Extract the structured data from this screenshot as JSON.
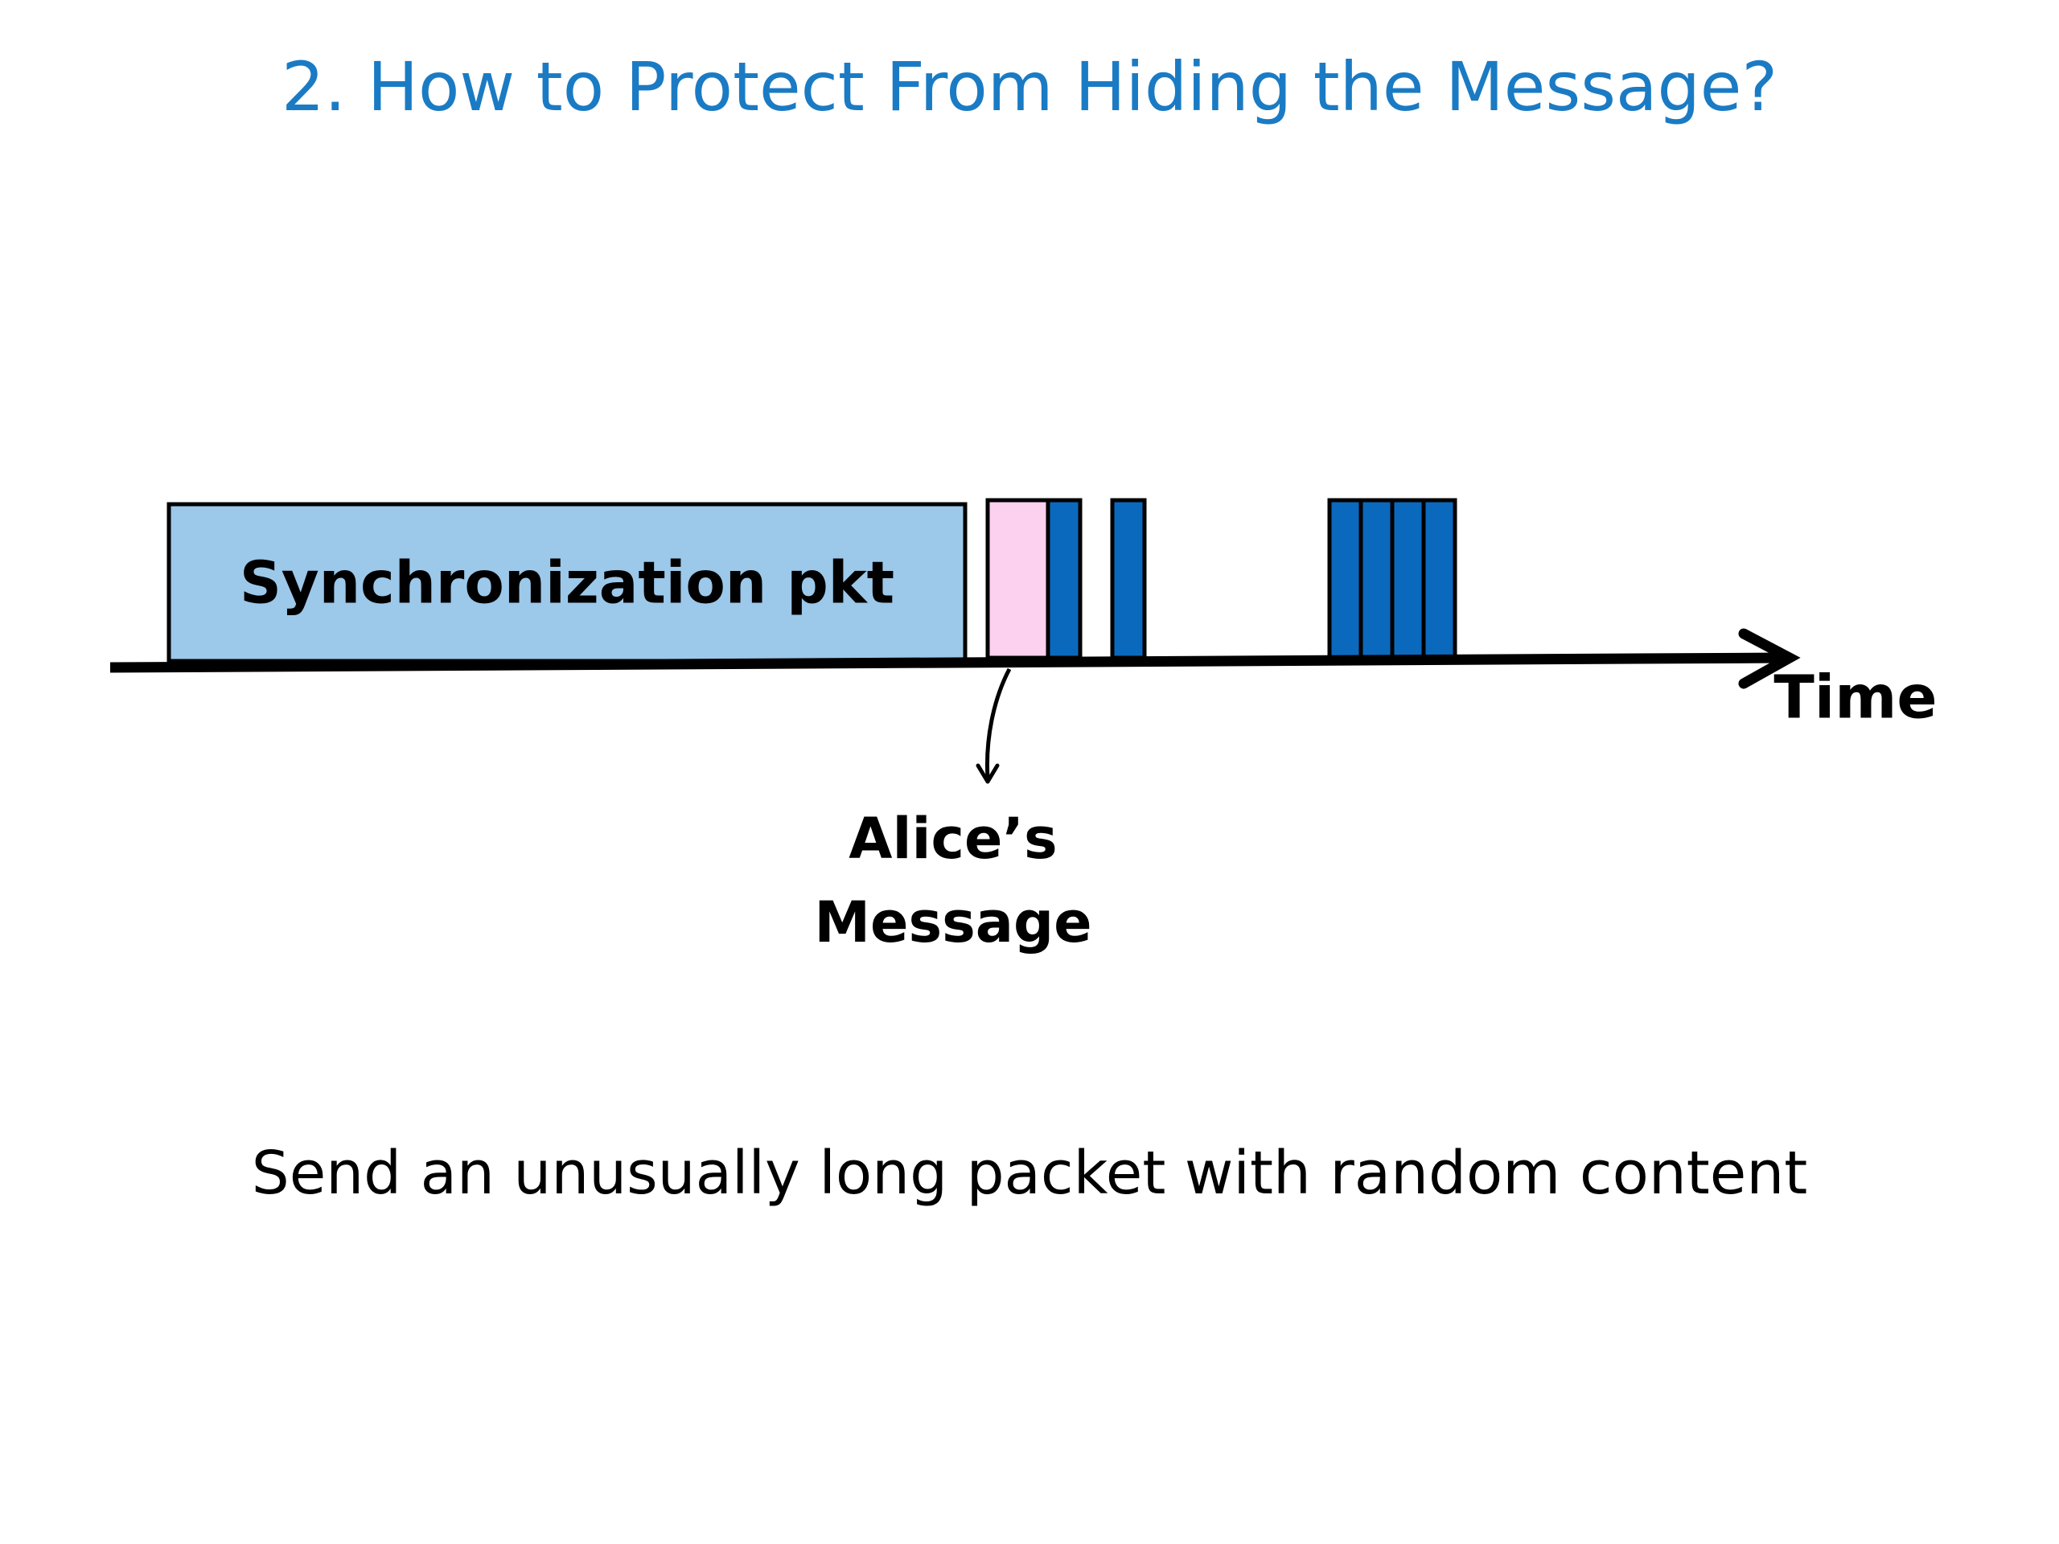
{
  "slide": {
    "title": "2. How to Protect From Hiding the Message?",
    "caption": "Send an unusually long packet with random content"
  },
  "diagram": {
    "sync_packet_label": "Synchronization pkt",
    "time_label": "Time",
    "alice_label_line1": "Alice’s",
    "alice_label_line2": "Message"
  },
  "colors": {
    "title": "#1a7bc4",
    "sync_packet_fill": "#9cc8ea",
    "alice_packet_fill": "#fcd0ef",
    "data_packet_fill": "#0b69bd",
    "outline": "#000000"
  }
}
